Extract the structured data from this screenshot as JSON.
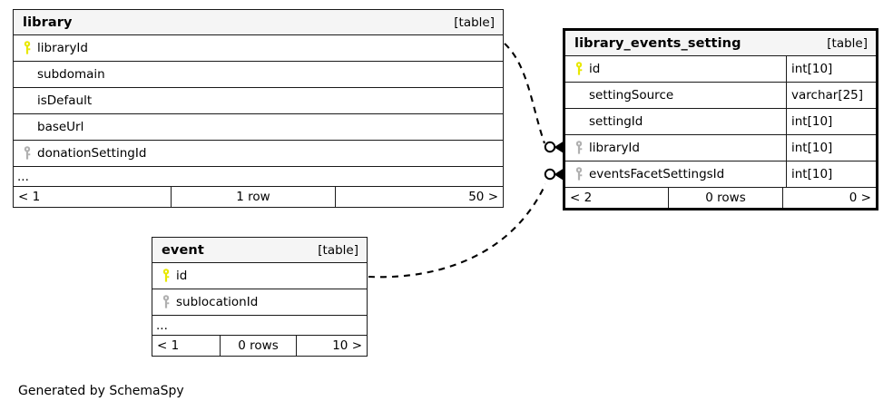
{
  "diagram": {
    "type": "entity-relationship-diagram",
    "generator_note": "Generated by SchemaSpy",
    "table_tag": "[table]",
    "more_columns_marker": "...",
    "colors": {
      "primary_key_icon": "#e8e800",
      "foreign_key_icon": "#b0b0b0",
      "table_border": "#1a1a1a",
      "focal_table_border": "#000000",
      "header_background": "#f5f5f5",
      "edge": "#000000",
      "page_background": "#ffffff"
    },
    "tables": [
      {
        "id": "library",
        "name": "library",
        "tag": "[table]",
        "focal": false,
        "has_type_column": false,
        "columns": [
          {
            "name": "libraryId",
            "key": "primary",
            "type": ""
          },
          {
            "name": "subdomain",
            "key": "none",
            "type": ""
          },
          {
            "name": "isDefault",
            "key": "none",
            "type": ""
          },
          {
            "name": "baseUrl",
            "key": "none",
            "type": ""
          },
          {
            "name": "donationSettingId",
            "key": "foreign",
            "type": ""
          }
        ],
        "more_marker": "...",
        "footer": {
          "left": "< 1",
          "center": "1 row",
          "right": "50 >"
        }
      },
      {
        "id": "library_events_setting",
        "name": "library_events_setting",
        "tag": "[table]",
        "focal": true,
        "has_type_column": true,
        "columns": [
          {
            "name": "id",
            "key": "primary",
            "type": "int[10]"
          },
          {
            "name": "settingSource",
            "key": "none",
            "type": "varchar[25]"
          },
          {
            "name": "settingId",
            "key": "none",
            "type": "int[10]"
          },
          {
            "name": "libraryId",
            "key": "foreign",
            "type": "int[10]"
          },
          {
            "name": "eventsFacetSettingsId",
            "key": "foreign",
            "type": "int[10]"
          }
        ],
        "more_marker": "",
        "footer": {
          "left": "< 2",
          "center": "0 rows",
          "right": "0 >"
        }
      },
      {
        "id": "event",
        "name": "event",
        "tag": "[table]",
        "focal": false,
        "has_type_column": false,
        "columns": [
          {
            "name": "id",
            "key": "primary",
            "type": ""
          },
          {
            "name": "sublocationId",
            "key": "foreign",
            "type": ""
          }
        ],
        "more_marker": "...",
        "footer": {
          "left": "< 1",
          "center": "0 rows",
          "right": "10 >"
        }
      }
    ],
    "relationships": [
      {
        "id": "rel-library-to-les",
        "from_table": "library",
        "from_column": "libraryId",
        "to_table": "library_events_setting",
        "to_column": "libraryId",
        "style": "dashed",
        "source_cardinality": "zero-or-one",
        "target_cardinality": "many"
      },
      {
        "id": "rel-event-to-les",
        "from_table": "event",
        "from_column": "id",
        "to_table": "library_events_setting",
        "to_column": "eventsFacetSettingsId",
        "style": "dashed",
        "source_cardinality": "zero-or-one",
        "target_cardinality": "many"
      }
    ]
  }
}
